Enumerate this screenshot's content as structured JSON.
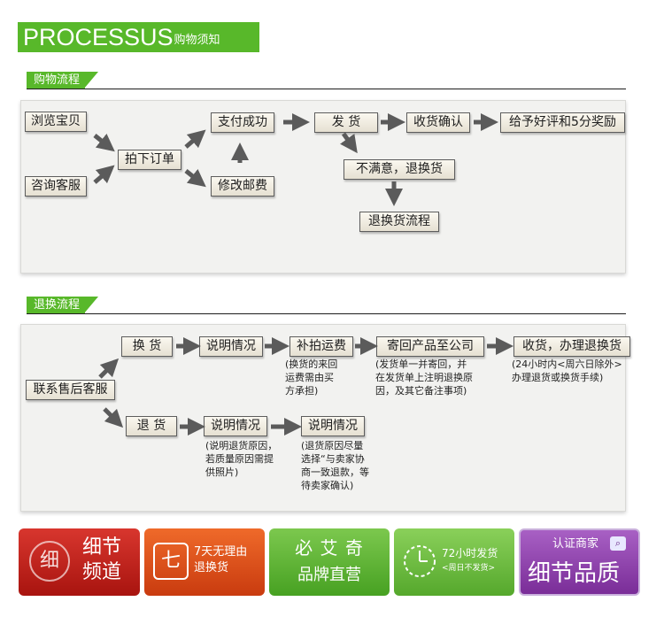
{
  "header": {
    "title_big": "PROCESSUS",
    "title_small": "购物须知"
  },
  "shopping": {
    "tab": "购物流程",
    "steps": {
      "browse": "浏览宝贝",
      "consult": "咨询客服",
      "order": "拍下订单",
      "pay": "支付成功",
      "modify": "修改邮费",
      "ship": "发 货",
      "confirm": "收货确认",
      "review": "给予好评和5分奖励",
      "unsatisfied": "不满意，退换货",
      "return_flow": "退换货流程"
    }
  },
  "returns": {
    "tab": "退换流程",
    "steps": {
      "contact": "联系售后客服",
      "exchange": "换 货",
      "explain1": "说明情况",
      "shipping_fee": "补拍运费",
      "send_back": "寄回产品至公司",
      "receive": "收货，办理退换货",
      "refund": "退 货",
      "explain2": "说明情况",
      "explain3": "说明情况"
    },
    "notes": {
      "fee": [
        "(换货的来回",
        "运费需由买",
        "方承担)"
      ],
      "send": [
        "(发货单一并寄回，并",
        "在发货单上注明退换原",
        "因，及其它备注事项)"
      ],
      "receive": [
        "(24小时内<周六日除外>",
        "办理退货或换货手续)"
      ],
      "refund_reason": [
        "(说明退货原因，",
        "若质量原因需提",
        "供照片)"
      ],
      "refund_agree": [
        "(退货原因尽量",
        "选择“与卖家协",
        "商一致退款，等",
        "待卖家确认)"
      ]
    }
  },
  "badges": [
    {
      "line1": "细节",
      "line2": "频道",
      "icon": "细",
      "color": "#c8221b"
    },
    {
      "line1": "7天无理由",
      "line2": "退换货",
      "icon": "七",
      "color": "#e0501b"
    },
    {
      "line1": "必 艾 奇",
      "line2": "品牌直营",
      "color": "#5cb636"
    },
    {
      "line1": "72小时发货",
      "line2": "<周日不发货>",
      "color": "#6dbb3a"
    },
    {
      "line1": "认证商家",
      "line2": "细节品质",
      "color": "#8c3fa6"
    }
  ]
}
